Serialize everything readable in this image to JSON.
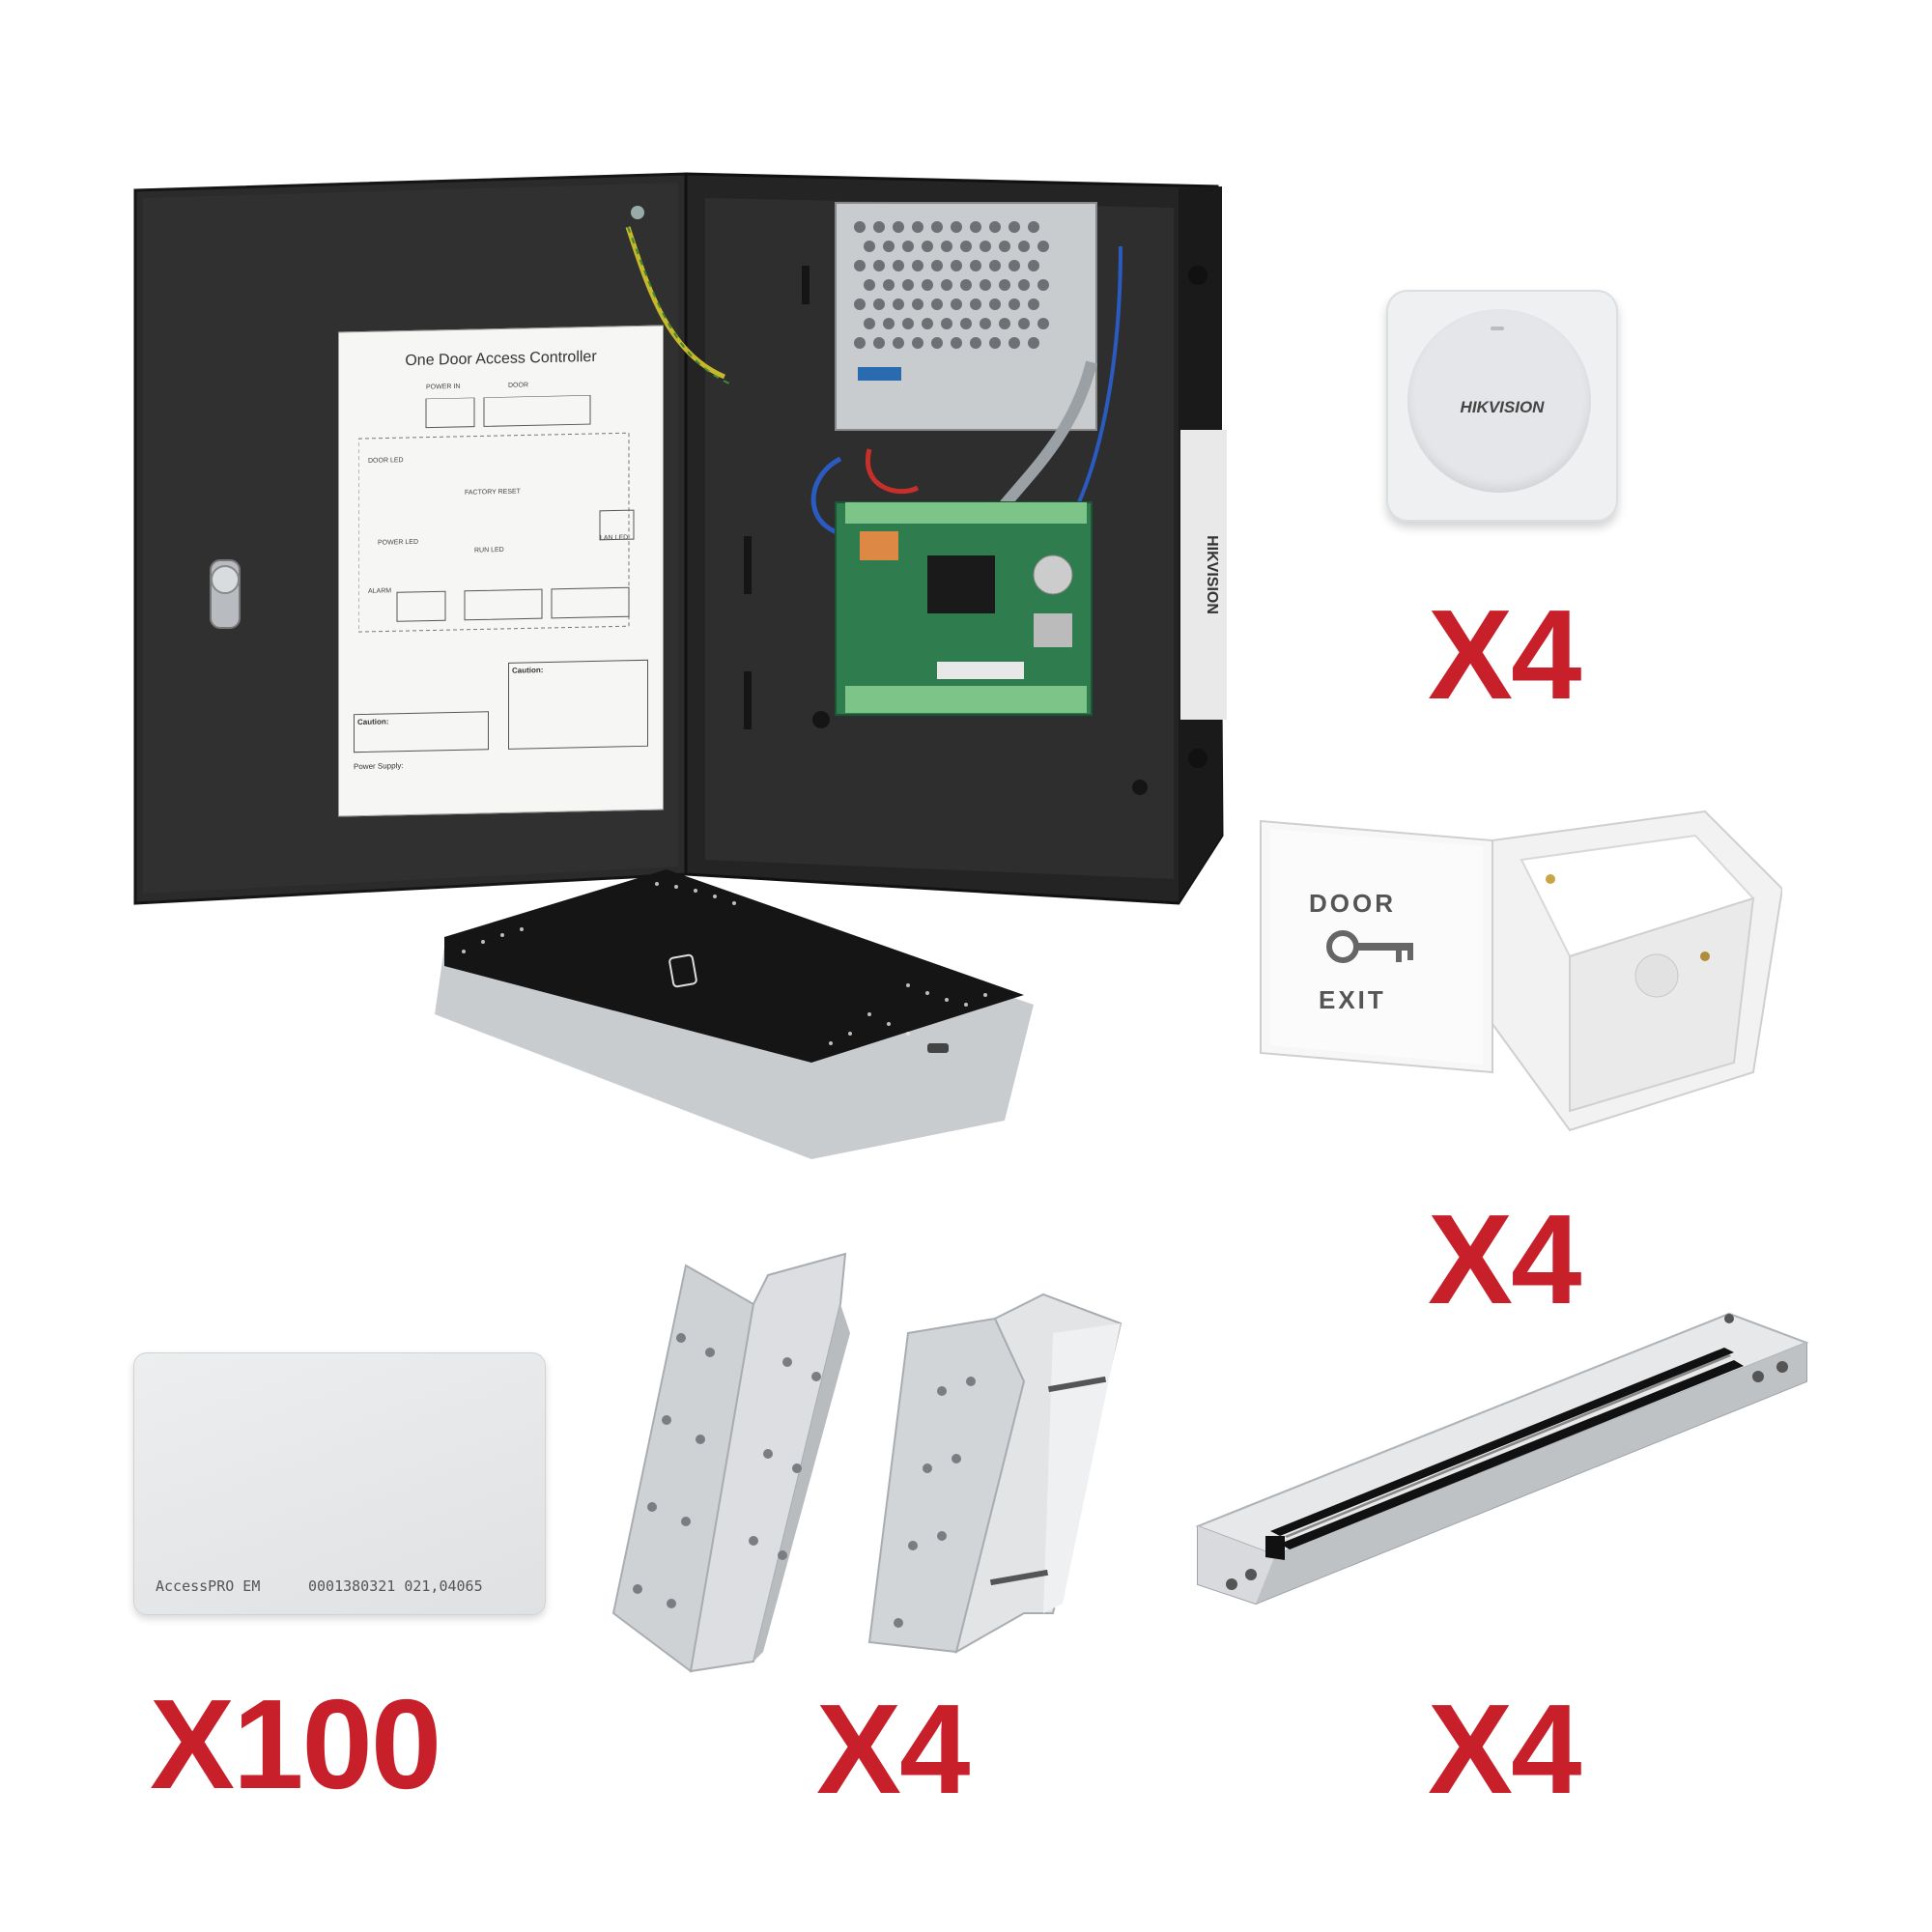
{
  "products": {
    "controller": {
      "panel_title": "One Door Access Controller",
      "panel_labels": {
        "power_in": "POWER IN",
        "door": "DOOR",
        "door_led": "DOOR LED",
        "factory_reset": "FACTORY RESET",
        "power_led": "POWER LED",
        "run_led": "RUN LED",
        "lan_led": "LAN LED",
        "alarm": "ALARM",
        "caution": "Caution:",
        "power_supply": "Power Supply:"
      },
      "brand": "HIKVISION"
    },
    "card_reader": {
      "brand": "HIKVISION",
      "quantity": "X4"
    },
    "exit_button": {
      "line1": "DOOR",
      "line2": "EXIT",
      "quantity": "X4"
    },
    "proximity_card": {
      "brand_text": "AccessPRO EM",
      "serial": "0001380321 021,04065",
      "quantity": "X100"
    },
    "zl_bracket": {
      "quantity": "X4"
    },
    "magnetic_lock": {
      "quantity": "X4"
    }
  },
  "colors": {
    "accent": "#c8202a",
    "cabinet": "#2a2a2a",
    "pcb": "#2f7d4f",
    "metal": "#d6d8da"
  }
}
